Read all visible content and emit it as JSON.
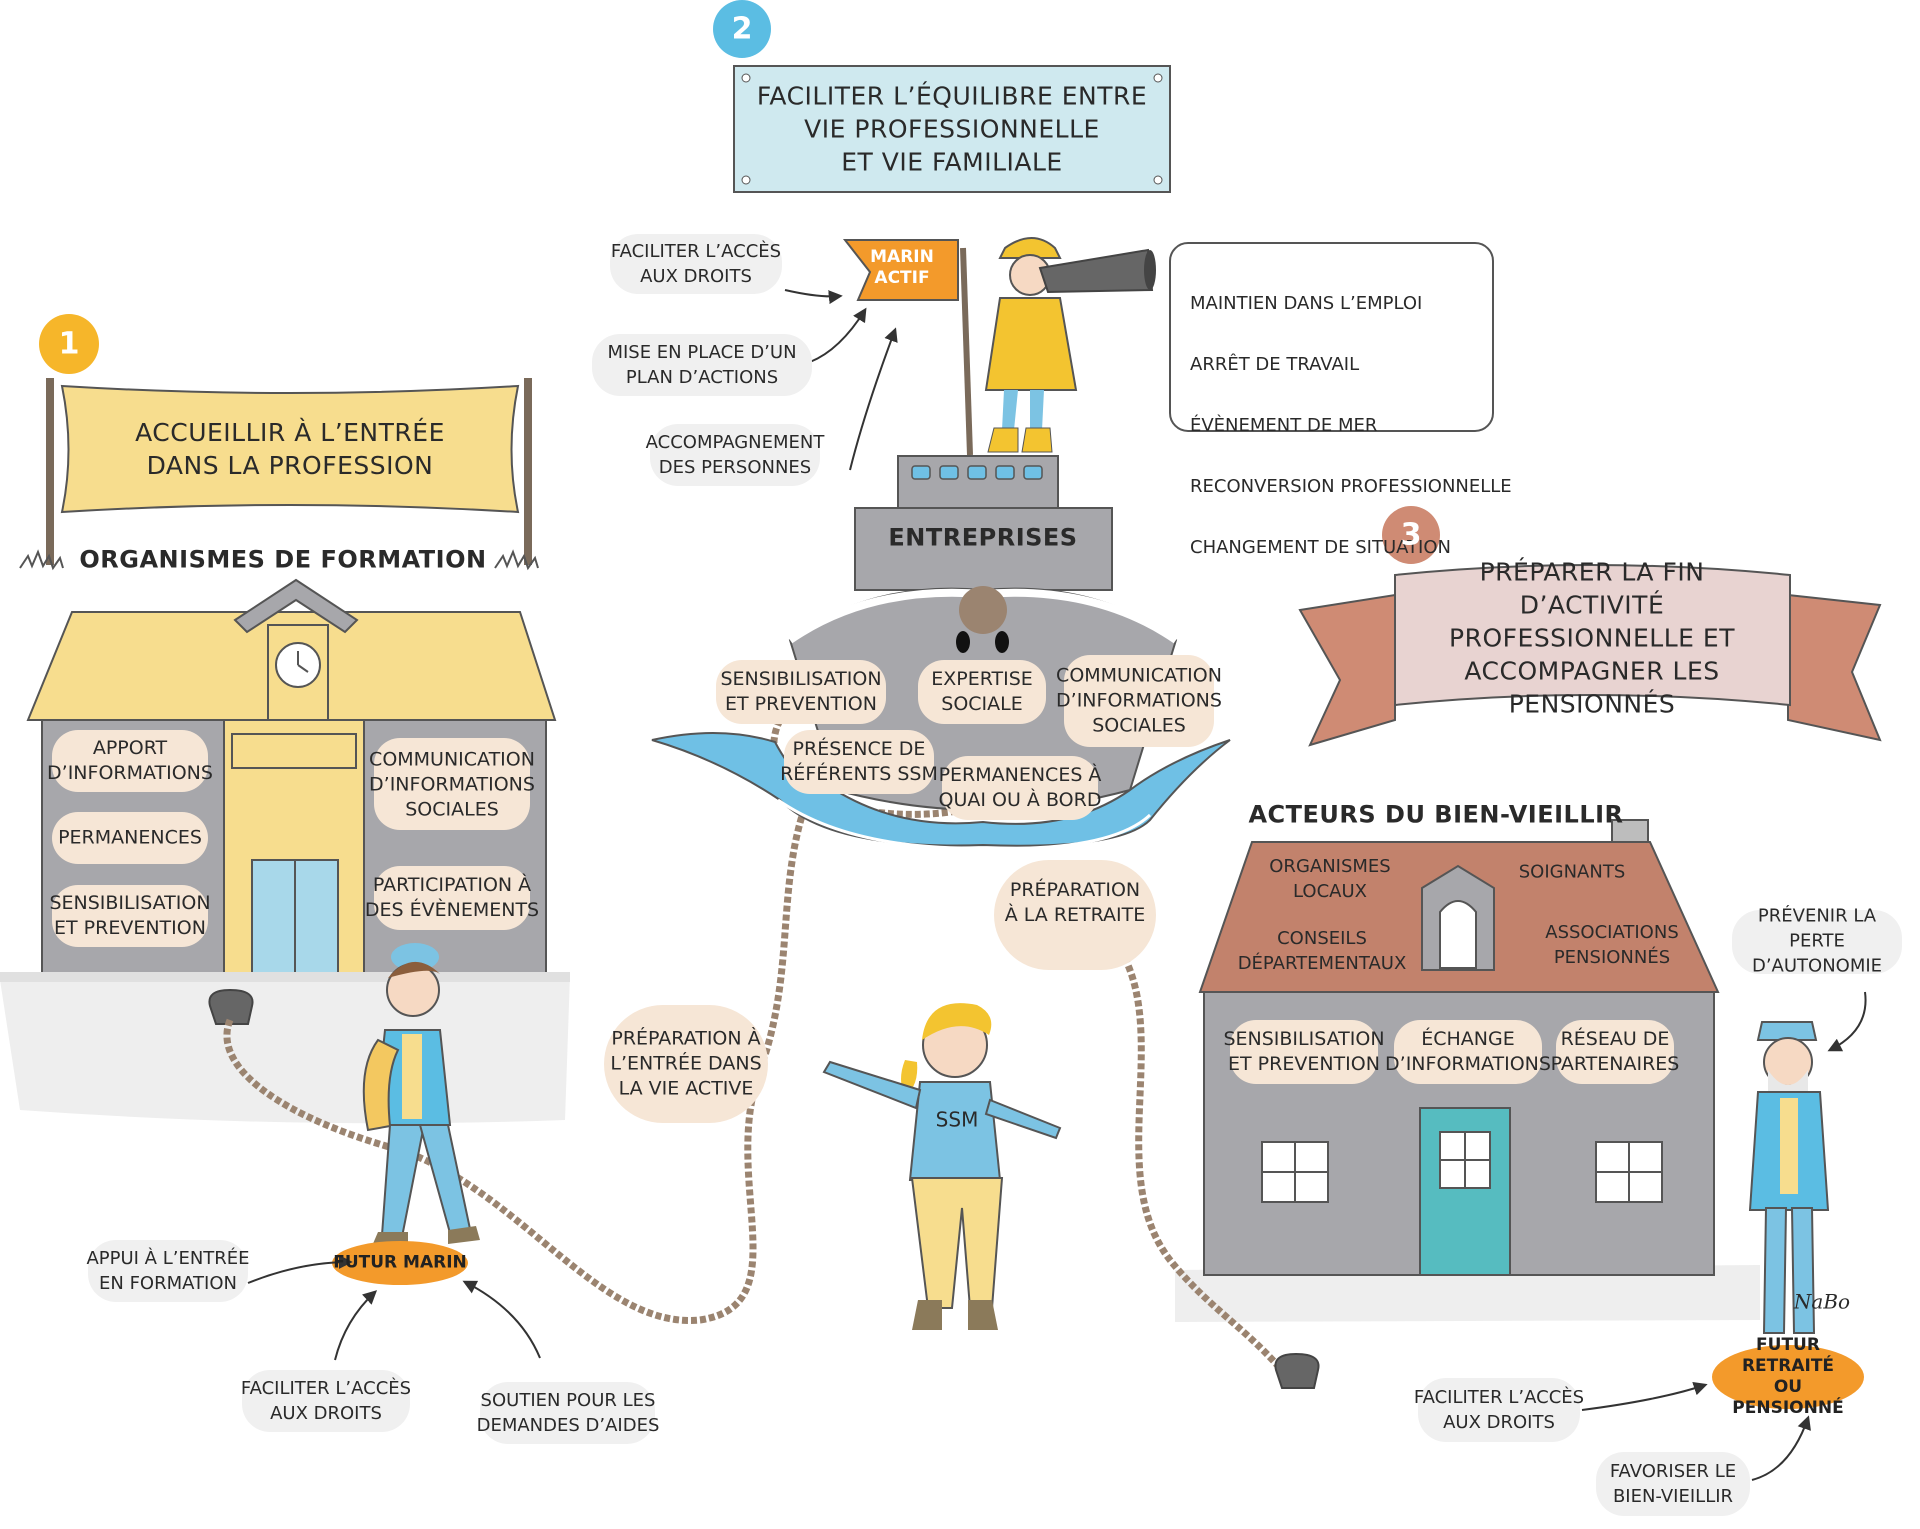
{
  "step1": {
    "number": "1",
    "banner": "ACCUEILLIR À L’ENTRÉE\nDANS LA PROFESSION",
    "building_title": "ORGANISMES DE FORMATION",
    "items": [
      "APPORT\nD’INFORMATIONS",
      "PERMANENCES",
      "SENSIBILISATION\nET PREVENTION",
      "COMMUNICATION\nD’INFORMATIONS\nSOCIALES",
      "PARTICIPATION À\nDES ÉVÈNEMENTS"
    ],
    "person_tag": "FUTUR MARIN",
    "notes": [
      "APPUI À L’ENTRÉE\nEN FORMATION",
      "FACILITER L’ACCÈS\nAUX DROITS",
      "SOUTIEN POUR LES\nDEMANDES D’AIDES"
    ]
  },
  "step2": {
    "number": "2",
    "sign": "FACILITER L’ÉQUILIBRE ENTRE\nVIE PROFESSIONNELLE\nET VIE FAMILIALE",
    "flag": "MARIN\nACTIF",
    "notes": [
      "FACILITER L’ACCÈS\nAUX DROITS",
      "MISE EN PLACE D’UN\nPLAN D’ACTIONS",
      "ACCOMPAGNEMENT\nDES PERSONNES"
    ],
    "situations": [
      "MAINTIEN DANS L’EMPLOI",
      "ARRÊT DE TRAVAIL",
      "ÉVÈNEMENT DE MER",
      "RECONVERSION PROFESSIONNELLE",
      "CHANGEMENT DE SITUATION"
    ],
    "ship_title": "ENTREPRISES",
    "items": [
      "SENSIBILISATION\nET PREVENTION",
      "EXPERTISE\nSOCIALE",
      "COMMUNICATION\nD’INFORMATIONS\nSOCIALES",
      "PRÉSENCE DE\nRÉFÉRENTS SSM",
      "PERMANENCES À\nQUAI OU À BORD"
    ]
  },
  "center": {
    "bubble_left": "PRÉPARATION À\nL’ENTRÉE DANS\nLA VIE ACTIVE",
    "bubble_right": "PRÉPARATION\nÀ LA RETRAITE",
    "shirt": "SSM"
  },
  "step3": {
    "number": "3",
    "ribbon": "PRÉPARER LA FIN D’ACTIVITÉ\nPROFESSIONNELLE ET\nACCOMPAGNER LES PENSIONNÉS",
    "house_title": "ACTEURS DU BIEN-VIEILLIR",
    "roof_items": [
      "ORGANISMES\nLOCAUX",
      "SOIGNANTS",
      "CONSEILS\nDÉPARTEMENTAUX",
      "ASSOCIATIONS\nPENSIONNÉS"
    ],
    "items": [
      "SENSIBILISATION\nET PREVENTION",
      "ÉCHANGE\nD’INFORMATIONS",
      "RÉSEAU DE\nPARTENAIRES"
    ],
    "person_tag": "FUTUR RETRAITÉ\nOU PENSIONNÉ",
    "notes": [
      "PRÉVENIR LA PERTE\nD’AUTONOMIE",
      "FACILITER L’ACCÈS\nAUX DROITS",
      "FAVORISER LE\nBIEN-VIEILLIR"
    ]
  },
  "signature": "NaBo",
  "colors": {
    "yellow": "#f7dd8e",
    "orange": "#f39a2b",
    "number1": "#f6b62a",
    "number2": "#5bbde3",
    "number3": "#cf8b74",
    "sky": "#cfe9ef",
    "grey": "#a7a7ab",
    "water": "#6fc0e5",
    "roof": "#c2826c",
    "ribbon": "#e8d3d1",
    "door": "#56bcc0"
  }
}
